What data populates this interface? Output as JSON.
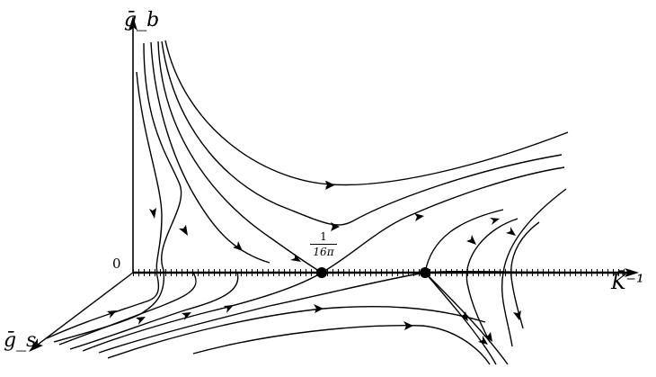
{
  "axes": {
    "vertical": "ḡ_b",
    "horizontal": "K̄⁻¹",
    "depth": "ḡ_s",
    "origin": "0"
  },
  "fixed_points": {
    "first_numerator": "1",
    "first_denominator": "16π"
  }
}
